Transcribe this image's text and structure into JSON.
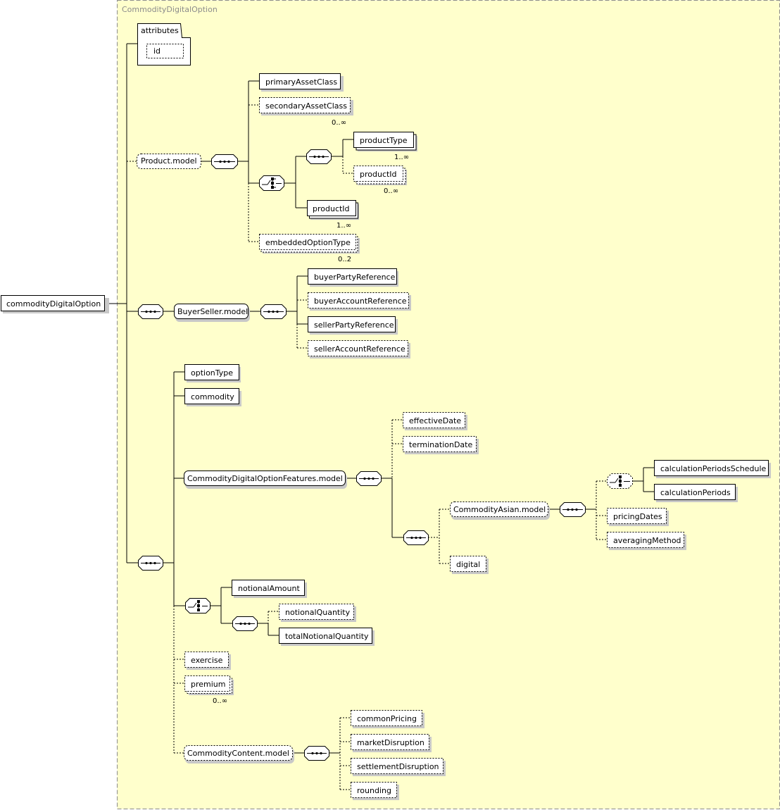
{
  "root": "commodityDigitalOption",
  "type_name": "CommodityDigitalOption",
  "attributes": {
    "header": "attributes",
    "items": [
      "id"
    ]
  },
  "product_model": {
    "label": "Product.model",
    "primary": "primaryAssetClass",
    "secondary": "secondaryAssetClass",
    "secondary_card": "0..∞",
    "product_type": "productType",
    "product_type_card": "1..∞",
    "product_id_opt": "productId",
    "product_id_opt_card": "0..∞",
    "product_id": "productId",
    "product_id_card": "1..∞",
    "embedded": "embeddedOptionType",
    "embedded_card": "0..2"
  },
  "buyer_seller_model": {
    "label": "BuyerSeller.model",
    "items": [
      "buyerPartyReference",
      "buyerAccountReference",
      "sellerPartyReference",
      "sellerAccountReference"
    ]
  },
  "main": {
    "option_type": "optionType",
    "commodity": "commodity",
    "features_model": "CommodityDigitalOptionFeatures.model",
    "effective_date": "effectiveDate",
    "termination_date": "terminationDate",
    "asian_model": "CommodityAsian.model",
    "calc_schedule": "calculationPeriodsSchedule",
    "calc_periods": "calculationPeriods",
    "pricing_dates": "pricingDates",
    "averaging_method": "averagingMethod",
    "digital": "digital",
    "notional_amount": "notionalAmount",
    "notional_quantity": "notionalQuantity",
    "total_notional_quantity": "totalNotionalQuantity",
    "exercise": "exercise",
    "premium": "premium",
    "premium_card": "0..∞",
    "content_model": "CommodityContent.model",
    "content_items": [
      "commonPricing",
      "marketDisruption",
      "settlementDisruption",
      "rounding"
    ]
  }
}
